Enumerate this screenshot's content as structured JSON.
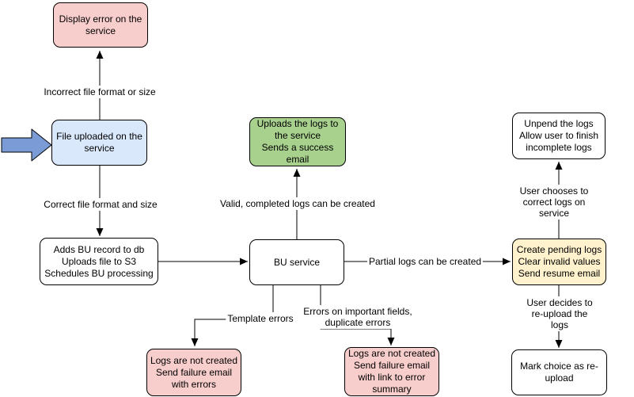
{
  "diagram": {
    "type": "flowchart",
    "nodes": {
      "display_error": {
        "text": "Display error on the\nservice",
        "fill": "#f8cecc"
      },
      "file_uploaded": {
        "text": "File uploaded on the\nservice",
        "fill": "#dae8fc"
      },
      "adds_bu_record": {
        "text": "Adds BU record to db\nUploads file to S3\nSchedules BU processing",
        "fill": "#ffffff"
      },
      "bu_service": {
        "text": "BU service",
        "fill": "#ffffff"
      },
      "uploads_logs": {
        "text": "Uploads the logs to\nthe service\nSends a success\nemail",
        "fill": "#a9d18e"
      },
      "unpend_logs": {
        "text": "Unpend the logs\nAllow user to finish\nincomplete logs",
        "fill": "#ffffff"
      },
      "create_pending_logs": {
        "text": "Create pending logs\nClear invalid values\nSend resume email",
        "fill": "#fff2cc"
      },
      "mark_choice": {
        "text": "Mark choice as re-\nupload",
        "fill": "#ffffff"
      },
      "logs_not_created_errors": {
        "text": "Logs are not created\nSend failure email\nwith errors",
        "fill": "#f8cecc"
      },
      "logs_not_created_summary": {
        "text": "Logs are not created\nSend failure email\nwith link to error\nsummary",
        "fill": "#f8cecc"
      }
    },
    "edge_labels": {
      "incorrect_file": "Incorrect file format or size",
      "correct_file": "Correct file format and size",
      "valid_logs": "Valid, completed logs can be created",
      "partial_logs": "Partial logs can be created",
      "template_errors": "Template errors",
      "important_field_errors": "Errors on important fields,\nduplicate errors",
      "user_corrects": "User chooses to correct logs on service",
      "user_reuploads": "User decides to re-upload the logs"
    },
    "colors": {
      "background": "#ffffff",
      "node_stroke": "#000000",
      "edge_stroke": "#000000",
      "pink": "#f8cecc",
      "blue": "#dae8fc",
      "green": "#a9d18e",
      "yellow": "#fff2cc",
      "white": "#ffffff",
      "entry_arrow_fill": "#7a9bd5"
    }
  }
}
